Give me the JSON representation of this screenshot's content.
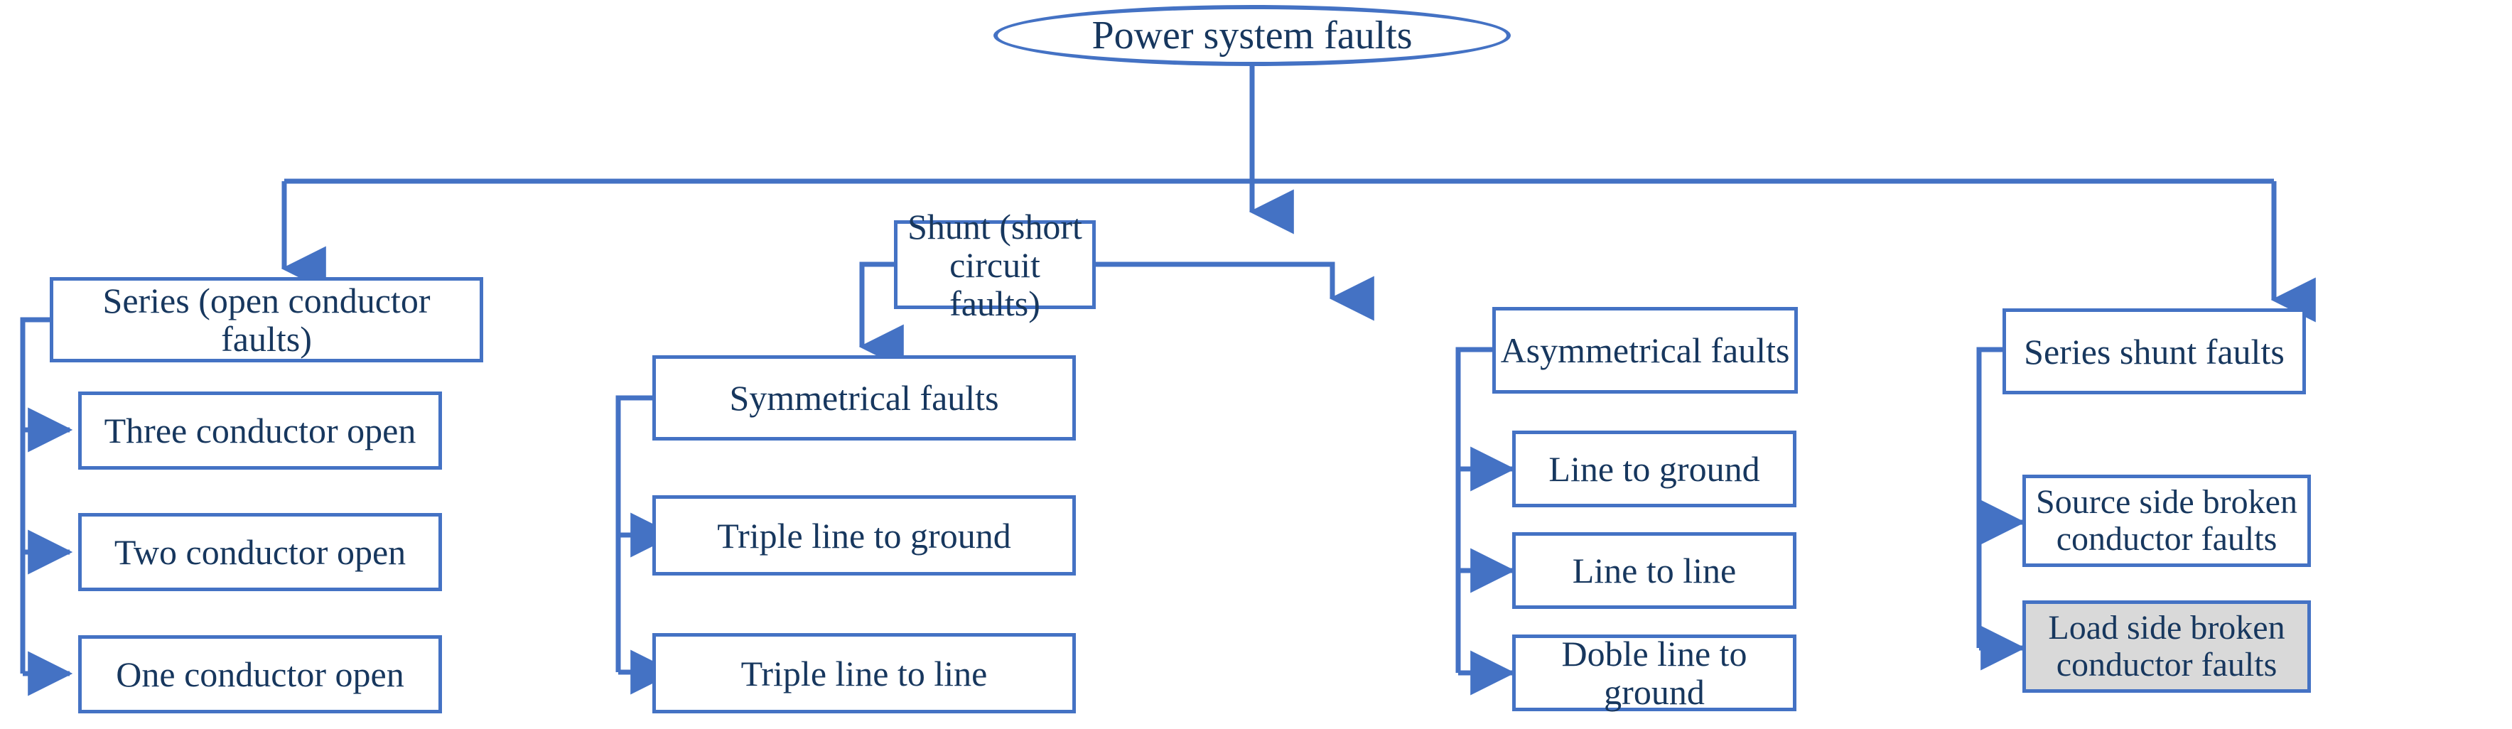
{
  "diagram": {
    "title": "Power system faults classification",
    "colors": {
      "connector": "#4472C4",
      "border": "#4472C4",
      "text": "#17375E",
      "box_fill": "#FFFFFF",
      "highlight_fill": "#D9D9D9",
      "background": "#FFFFFF"
    }
  },
  "root": {
    "label": "Power system faults"
  },
  "branches": {
    "series": {
      "label": "Series (open conductor faults)",
      "children": [
        {
          "label": "Three conductor open"
        },
        {
          "label": "Two conductor open"
        },
        {
          "label": "One conductor open"
        }
      ]
    },
    "shunt": {
      "label": "Shunt (short circuit faults)",
      "groups": [
        {
          "label": "Symmetrical faults",
          "children": [
            {
              "label": "Triple line to ground"
            },
            {
              "label": "Triple line to line"
            }
          ]
        },
        {
          "label": "Asymmetrical faults",
          "children": [
            {
              "label": "Line to ground"
            },
            {
              "label": "Line to line"
            },
            {
              "label": "Doble line to ground"
            }
          ]
        }
      ]
    },
    "series_shunt": {
      "label": "Series shunt faults",
      "children": [
        {
          "line1": "Source side broken",
          "line2": "conductor faults",
          "highlighted": false
        },
        {
          "line1": "Load side broken",
          "line2": "conductor faults",
          "highlighted": true
        }
      ]
    }
  }
}
